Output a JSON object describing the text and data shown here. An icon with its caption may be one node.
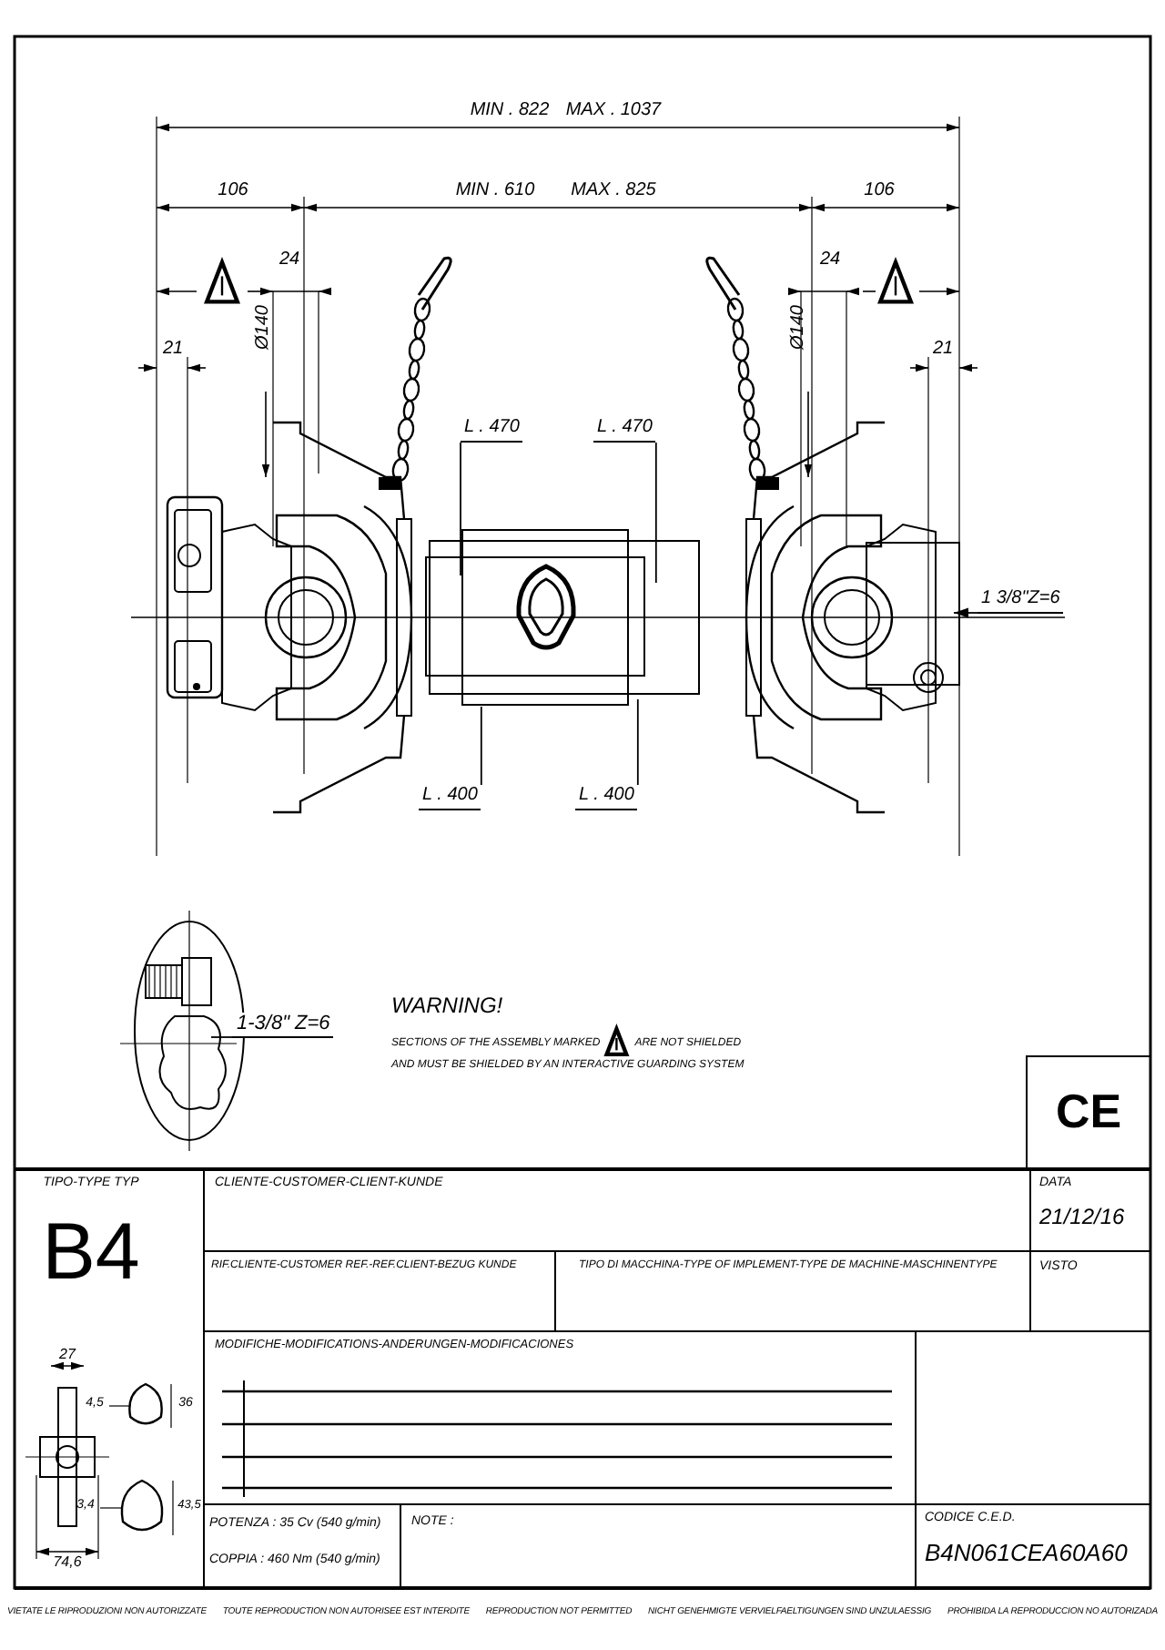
{
  "diagram": {
    "nodes": [
      {
        "text": [
          "L . 470"
        ]
      },
      {
        "text": [
          "L . 470"
        ]
      },
      {
        "text": [
          "L . 400"
        ]
      },
      {
        "text": [
          "L . 400"
        ]
      },
      {
        "text": [
          "1 3/8\"Z=6"
        ]
      },
      {
        "text": [
          "1-3/8\" Z=6"
        ]
      }
    ],
    "edges": [
      {
        "from": 0,
        "to": null,
        "arrow": "none"
      },
      {
        "from": 1,
        "to": null,
        "arrow": "none"
      },
      {
        "from": 2,
        "to": null,
        "arrow": "none"
      },
      {
        "from": 3,
        "to": null,
        "arrow": "none"
      },
      {
        "from": 4,
        "to": null,
        "arrow": "to"
      },
      {
        "from": 5,
        "to": null,
        "arrow": "none"
      }
    ],
    "labels": [
      "MIN . 822",
      "MAX . 1037",
      "106",
      "MIN . 610",
      "MAX . 825",
      "106",
      "24",
      "24",
      "21",
      "21",
      "Ø140",
      "Ø140",
      "WARNING!",
      "SECTIONS OF THE ASSEMBLY MARKED",
      "ARE NOT SHIELDED",
      "AND MUST BE SHIELDED BY AN INTERACTIVE GUARDING SYSTEM",
      "CE",
      "TIPO-TYPE TYP",
      "B4",
      "CLIENTE-CUSTOMER-CLIENT-KUNDE",
      "DATA",
      "21/12/16",
      "RIF.CLIENTE-CUSTOMER REF.-REF.CLIENT-BEZUG KUNDE",
      "TIPO DI MACCHINA-TYPE OF IMPLEMENT-TYPE DE MACHINE-MASCHINENTYPE",
      "VISTO",
      "MODIFICHE-MODIFICATIONS-ANDERUNGEN-MODIFICACIONES",
      "27",
      "4,5",
      "36",
      "3,4",
      "43,5",
      "74,6",
      "POTENZA : 35 Cv (540 g/min)",
      "COPPIA : 460 Nm (540 g/min)",
      "NOTE :",
      "CODICE C.E.D.",
      "B4N061CEA60A60",
      "VIETATE LE RIPRODUZIONI NON AUTORIZZATE",
      "TOUTE REPRODUCTION NON AUTORISEE EST INTERDITE",
      "REPRODUCTION NOT PERMITTED",
      "NICHT GENEHMIGTE VERVIELFAELTIGUNGEN SIND UNZULAESSIG",
      "PROHIBIDA LA REPRODUCCION NO AUTORIZADA"
    ]
  }
}
